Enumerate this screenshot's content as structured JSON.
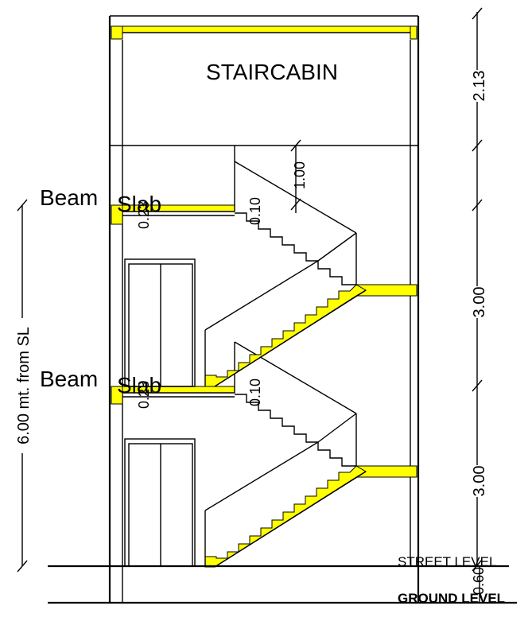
{
  "drawing": {
    "room_label": "STAIRCABIN",
    "beam_label_upper": "Beam",
    "slab_label_upper": "Slab",
    "beam_label_lower": "Beam",
    "slab_label_lower": "Slab",
    "beam_depth_upper": "0.23",
    "beam_depth_lower": "0.23",
    "slab_thickness_upper": "0.10",
    "slab_thickness_lower": "0.10",
    "railing_height": "1.00",
    "street_level_label": "STREET LEVEL",
    "ground_level_label": "GROUND LEVEL",
    "plinth_height": "0.60"
  },
  "dimensions": {
    "cabin_height": "2.13",
    "upper_floor_height": "3.00",
    "lower_floor_height": "3.00",
    "total_from_street": "6.00 mt. from SL"
  },
  "colors": {
    "slab_fill": "#ffff00",
    "line": "#000000"
  }
}
